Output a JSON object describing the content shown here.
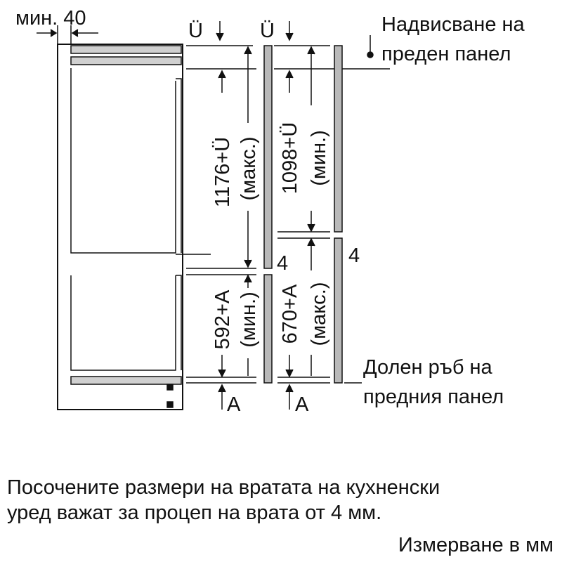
{
  "colors": {
    "line": "#111111",
    "panel_fill": "#b9b9b9"
  },
  "labels": {
    "min_gap": "мин. 40",
    "u_left": "Ü",
    "u_right": "Ü",
    "slide_top_line1": "Надвисване на",
    "slide_top_line2": "преден панел",
    "dim_upper_left": "1176+Ü",
    "dim_upper_left_qual": "(макс.)",
    "dim_upper_right": "1098+Ü",
    "dim_upper_right_qual": "(мин.)",
    "dim_lower_left": "592+A",
    "dim_lower_left_qual": "(мин.)",
    "dim_lower_right": "670+A",
    "dim_lower_right_qual": "(макс.)",
    "gap_left": "4",
    "gap_right": "4",
    "a_left": "A",
    "a_right": "A",
    "bottom_edge_line1": "Долен ръб на",
    "bottom_edge_line2": "предния панел"
  },
  "note": {
    "line1": "Посочените размери на вратата на кухненски",
    "line2": "уред важат за процеп на врата от 4 мм."
  },
  "units": "Измерване в мм"
}
